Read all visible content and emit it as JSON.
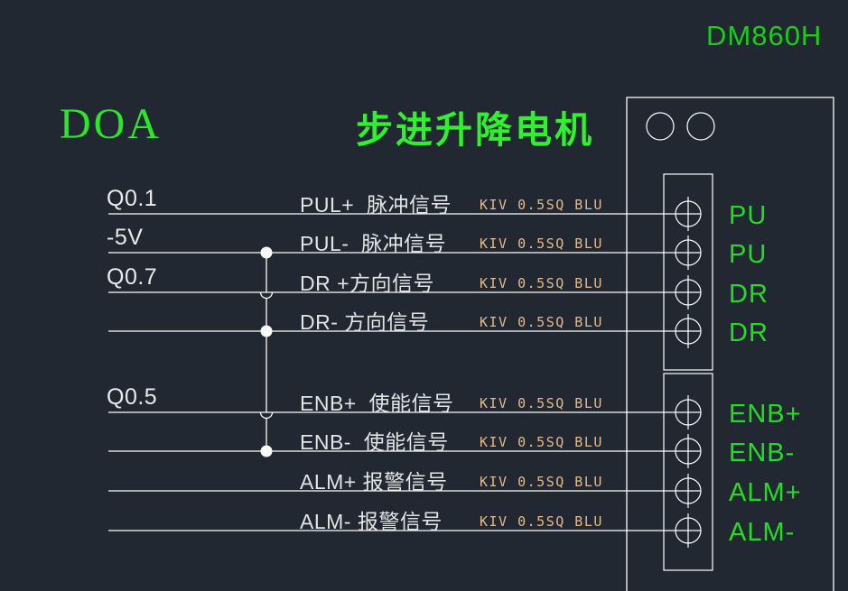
{
  "header": {
    "device_model": "DM860H",
    "output_group_label": "DOA",
    "drawing_title": "步进升降电机"
  },
  "colors": {
    "background": "#222831",
    "wire_white": "#fdfdfd",
    "text_white": "#e9e9e9",
    "wire_spec_tan": "#e2ba8c",
    "title_green": "#2df22d",
    "device_green": "#17cf17",
    "terminal_green": "#25dc25"
  },
  "wiring_rows": [
    {
      "plc_output": "Q0.1",
      "signal": "PUL+  脉冲信号",
      "wire_spec": "KIV 0.5SQ BLU",
      "driver_terminal": "PU"
    },
    {
      "plc_output": "-5V",
      "signal": "PUL-  脉冲信号",
      "wire_spec": "KIV 0.5SQ BLU",
      "driver_terminal": "PU"
    },
    {
      "plc_output": "Q0.7",
      "signal": "DR +方向信号",
      "wire_spec": "KIV 0.5SQ BLU",
      "driver_terminal": "DR"
    },
    {
      "plc_output": "",
      "signal": "DR- 方向信号",
      "wire_spec": "KIV 0.5SQ BLU",
      "driver_terminal": "DR"
    },
    {
      "plc_output": "Q0.5",
      "signal": "ENB+  使能信号",
      "wire_spec": "KIV 0.5SQ BLU",
      "driver_terminal": "ENB+"
    },
    {
      "plc_output": "",
      "signal": "ENB-  使能信号",
      "wire_spec": "KIV 0.5SQ BLU",
      "driver_terminal": "ENB-"
    },
    {
      "plc_output": "",
      "signal": "ALM+ 报警信号",
      "wire_spec": "KIV 0.5SQ BLU",
      "driver_terminal": "ALM+"
    },
    {
      "plc_output": "",
      "signal": "ALM- 报警信号",
      "wire_spec": "KIV 0.5SQ BLU",
      "driver_terminal": "ALM-"
    }
  ]
}
